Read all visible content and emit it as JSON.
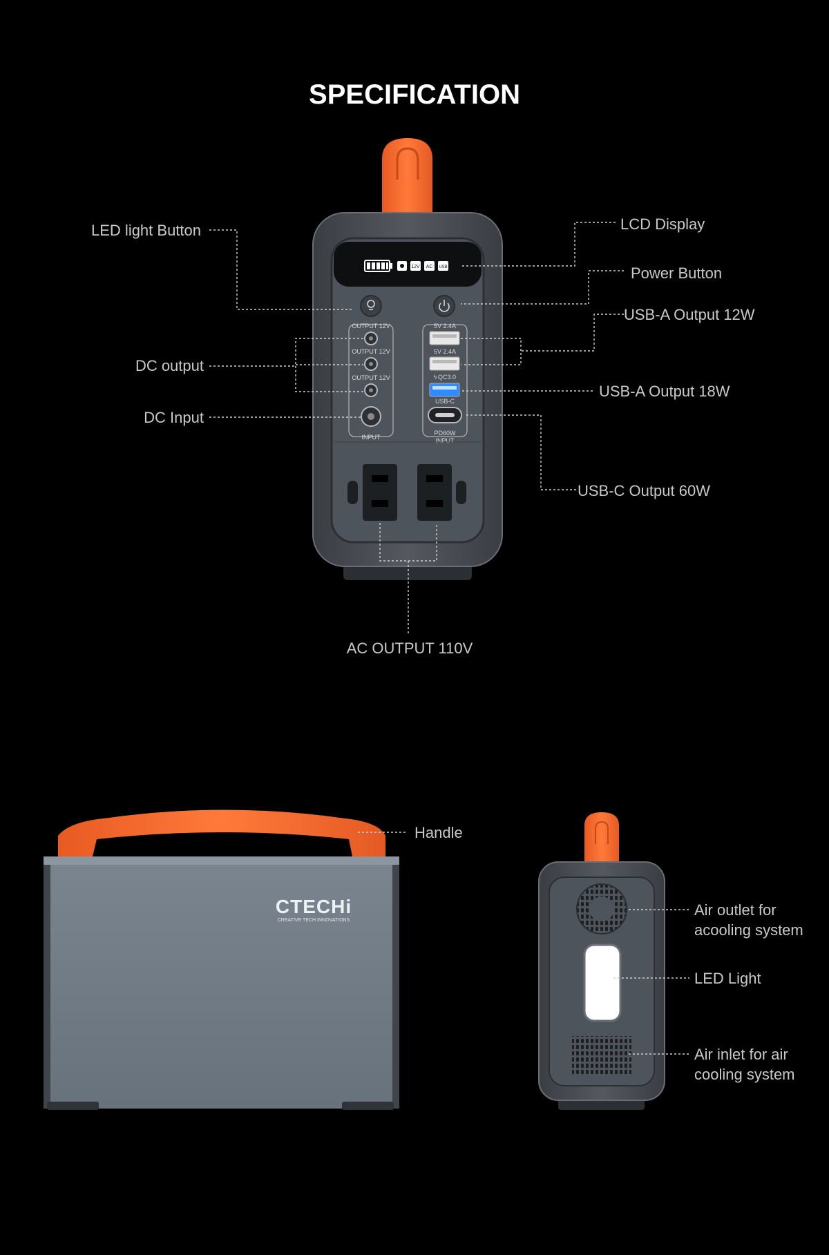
{
  "title": "SPECIFICATION",
  "front_labels": {
    "led_light_button": "LED light Button",
    "dc_output": "DC output",
    "dc_input": "DC Input",
    "lcd_display": "LCD Display",
    "power_button": "Power Button",
    "usb_a_12w": "USB-A Output 12W",
    "usb_a_18w": "USB-A Output 18W",
    "usb_c_60w": "USB-C Output 60W",
    "ac_output": "AC OUTPUT 110V"
  },
  "panel_text": {
    "output_12v_1": "OUTPUT 12V",
    "output_12v_2": "OUTPUT 12V",
    "output_12v_3": "OUTPUT 12V",
    "input": "INPUT",
    "usb_5v_1": "5V 2.4A",
    "usb_5v_2": "5V 2.4A",
    "qc": "QC3.0",
    "usb_c": "USB-C",
    "pd_line1": "PD60W",
    "pd_line2": "INPUT",
    "lcd_12v": "12V",
    "lcd_ac": "AC",
    "lcd_usb": "USB"
  },
  "side_labels": {
    "handle": "Handle",
    "air_outlet_line1": "Air outlet for",
    "air_outlet_line2": "acooling system",
    "led_light": "LED Light",
    "air_inlet_line1": "Air inlet for air",
    "air_inlet_line2": "cooling system"
  },
  "brand": {
    "name": "CTECHi",
    "tagline": "CREATIVE TECH INNOVATIONS"
  },
  "colors": {
    "background": "#000000",
    "accent_orange": "#f26a2e",
    "body_gray": "#6f7983",
    "label_gray": "#c9c9c9"
  }
}
